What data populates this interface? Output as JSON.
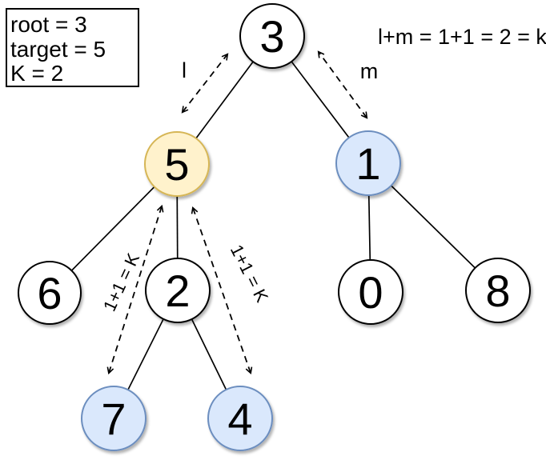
{
  "legend": {
    "root_line": "root = 3",
    "target_line": "target = 5",
    "k_line": "K = 2"
  },
  "annotations": {
    "l_label": "l",
    "m_label": "m",
    "formula": "l+m = 1+1 = 2 = k",
    "k_left": "1+1 = K",
    "k_right": "1+1 = K"
  },
  "colors": {
    "target_fill": "#FFF2CC",
    "target_stroke": "#D6B656",
    "answer_fill": "#DAE8FC",
    "answer_stroke": "#6C8EBF",
    "default_fill": "#FFFFFF",
    "default_stroke": "#000000",
    "line": "#000000"
  },
  "tree": {
    "nodes": [
      {
        "value": "3",
        "role": "root",
        "fill": "#FFFFFF",
        "stroke": "#000000"
      },
      {
        "value": "5",
        "role": "target",
        "fill": "#FFF2CC",
        "stroke": "#D6B656"
      },
      {
        "value": "1",
        "role": "answer",
        "fill": "#DAE8FC",
        "stroke": "#6C8EBF"
      },
      {
        "value": "6",
        "role": "default",
        "fill": "#FFFFFF",
        "stroke": "#000000"
      },
      {
        "value": "2",
        "role": "default",
        "fill": "#FFFFFF",
        "stroke": "#000000"
      },
      {
        "value": "0",
        "role": "default",
        "fill": "#FFFFFF",
        "stroke": "#000000"
      },
      {
        "value": "8",
        "role": "default",
        "fill": "#FFFFFF",
        "stroke": "#000000"
      },
      {
        "value": "7",
        "role": "answer",
        "fill": "#DAE8FC",
        "stroke": "#6C8EBF"
      },
      {
        "value": "4",
        "role": "answer",
        "fill": "#DAE8FC",
        "stroke": "#6C8EBF"
      }
    ],
    "edges": [
      "3-5",
      "3-1",
      "5-6",
      "5-2",
      "1-0",
      "1-8",
      "2-7",
      "2-4"
    ]
  }
}
